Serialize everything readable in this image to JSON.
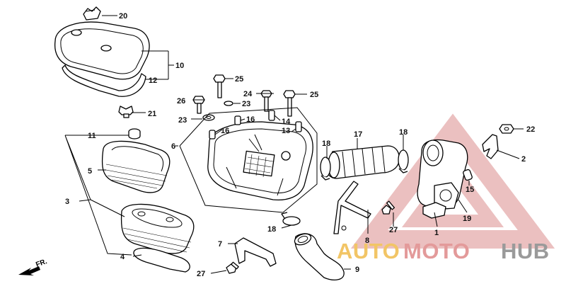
{
  "callouts": [
    {
      "id": "c20",
      "text": "20"
    },
    {
      "id": "c10",
      "text": "10"
    },
    {
      "id": "c12",
      "text": "12"
    },
    {
      "id": "c25a",
      "text": "25"
    },
    {
      "id": "c26",
      "text": "26"
    },
    {
      "id": "c24",
      "text": "24"
    },
    {
      "id": "c25b",
      "text": "25"
    },
    {
      "id": "c23a",
      "text": "23"
    },
    {
      "id": "c23b",
      "text": "23"
    },
    {
      "id": "c21",
      "text": "21"
    },
    {
      "id": "c16a",
      "text": "16"
    },
    {
      "id": "c16b",
      "text": "16"
    },
    {
      "id": "c14",
      "text": "14"
    },
    {
      "id": "c13",
      "text": "13"
    },
    {
      "id": "c17",
      "text": "17"
    },
    {
      "id": "c18a",
      "text": "18"
    },
    {
      "id": "c18b",
      "text": "18"
    },
    {
      "id": "c22",
      "text": "22"
    },
    {
      "id": "c11",
      "text": "11"
    },
    {
      "id": "c6",
      "text": "6"
    },
    {
      "id": "c2",
      "text": "2"
    },
    {
      "id": "c5",
      "text": "5"
    },
    {
      "id": "c3",
      "text": "3"
    },
    {
      "id": "c15",
      "text": "15"
    },
    {
      "id": "c8",
      "text": "8"
    },
    {
      "id": "c27a",
      "text": "27"
    },
    {
      "id": "c19",
      "text": "19"
    },
    {
      "id": "c18c",
      "text": "18"
    },
    {
      "id": "c1",
      "text": "1"
    },
    {
      "id": "c7",
      "text": "7"
    },
    {
      "id": "c4",
      "text": "4"
    },
    {
      "id": "c9",
      "text": "9"
    },
    {
      "id": "c27b",
      "text": "27"
    }
  ],
  "direction_arrow": {
    "label": "FR."
  },
  "watermark": {
    "part1": "AUTO",
    "part2": "MOTO",
    "part3": "HUB",
    "color1": "#f2c566",
    "color2": "#e39a9a",
    "color3": "#9a9a9a"
  }
}
